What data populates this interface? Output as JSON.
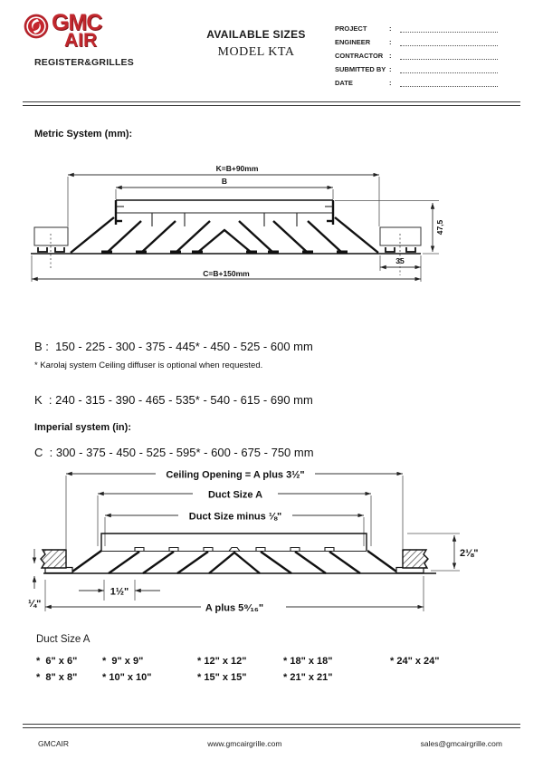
{
  "header": {
    "logo_top": "GMC",
    "logo_bottom": "AIR",
    "logo_subtitle": "REGISTER&GRILLES",
    "title_line1": "AVAILABLE SIZES",
    "title_line2": "MODEL KTA",
    "form_colon": ":",
    "form": [
      {
        "label": "PROJECT"
      },
      {
        "label": "ENGINEER"
      },
      {
        "label": "CONTRACTOR"
      },
      {
        "label": "SUBMITTED BY"
      },
      {
        "label": "DATE"
      }
    ]
  },
  "metric": {
    "heading": "Metric System (mm):",
    "diagram": {
      "dim_k": "K=B+90mm",
      "dim_b": "B",
      "dim_c": "C=B+150mm",
      "dim_height": "47,5",
      "dim_tile": "35"
    },
    "sizes": [
      {
        "text": "B :  150 - 225 - 300 - 375 - 445* - 450 - 525 - 600 mm"
      },
      {
        "text": "K  : 240 - 315 - 390 - 465 - 535* - 540 - 615 - 690 mm"
      },
      {
        "text": "C  : 300 - 375 - 450 - 525 - 595* - 600 - 675 - 750 mm"
      }
    ],
    "footnote": "* Karolaj system Ceiling diffuser is optional when requested."
  },
  "imperial": {
    "heading": "Imperial system (in):",
    "diagram": {
      "dim_opening": "Ceiling Opening = A plus 3½\"",
      "dim_duct": "Duct Size A",
      "dim_minus": "Duct Size minus ⅛\"",
      "dim_height": "2⅛\"",
      "dim_spacing": "1½\"",
      "dim_quarter": "¼\"",
      "dim_bottom": "A plus 5⁹⁄₁₆\""
    },
    "duct_heading": "Duct Size A",
    "size_table": {
      "columns": [
        [
          "*  6\" x 6\"",
          "*  8\" x 8\""
        ],
        [
          "*  9\" x 9\"",
          "* 10\" x 10\""
        ],
        [
          "* 12\" x 12\"",
          "* 15\" x 15\""
        ],
        [
          "* 18\" x 18\"",
          "* 21\" x 21\""
        ],
        [
          "* 24\" x 24\""
        ]
      ]
    }
  },
  "footer": {
    "company": "GMCAIR",
    "website": "www.gmcairgrille.com",
    "email": "sales@gmcairgrille.com"
  }
}
